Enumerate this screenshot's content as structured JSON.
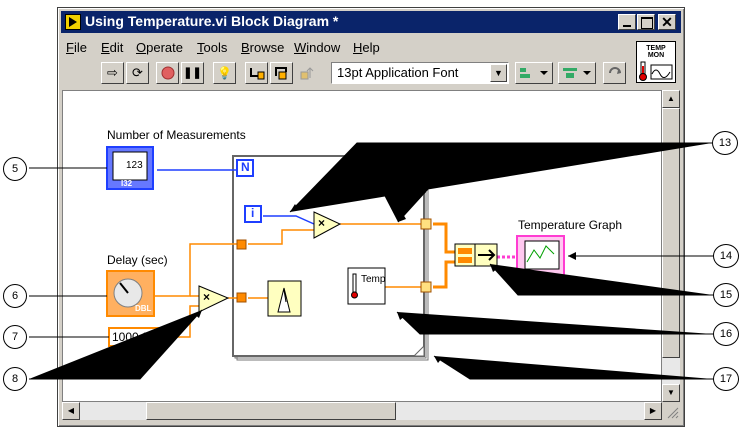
{
  "window": {
    "title": "Using Temperature.vi Block Diagram *",
    "close_glyph": "✕"
  },
  "menu": [
    "File",
    "Edit",
    "Operate",
    "Tools",
    "Browse",
    "Window",
    "Help"
  ],
  "toolbar": {
    "run_glyph": "⇨",
    "run_continuously_glyph": "⟳",
    "pause_glyph": "❚❚",
    "highlight_glyph": "💡",
    "font": "13pt Application Font",
    "dropdown_glyph": "▼"
  },
  "vi_icon": {
    "line1": "TEMP",
    "line2": "MON"
  },
  "diagram": {
    "num_measurements_label": "Number of Measurements",
    "num_measurements_type": "123",
    "num_measurements_badge": "I32",
    "delay_label": "Delay (sec)",
    "delay_badge": "DBL",
    "constant_value": "1000.00",
    "loop_count_terminal": "N",
    "iteration_terminal": "i",
    "multiply_glyph": "×",
    "temp_subvi_label": "Temp",
    "graph_label": "Temperature Graph"
  },
  "callouts": [
    "5",
    "6",
    "7",
    "8",
    "13",
    "14",
    "15",
    "16",
    "17"
  ],
  "colors": {
    "int_wire": "#1f3fff",
    "float_wire": "#ff8a00",
    "cluster_wire": "#ff3cd2",
    "title_bar": "#0a246a"
  }
}
